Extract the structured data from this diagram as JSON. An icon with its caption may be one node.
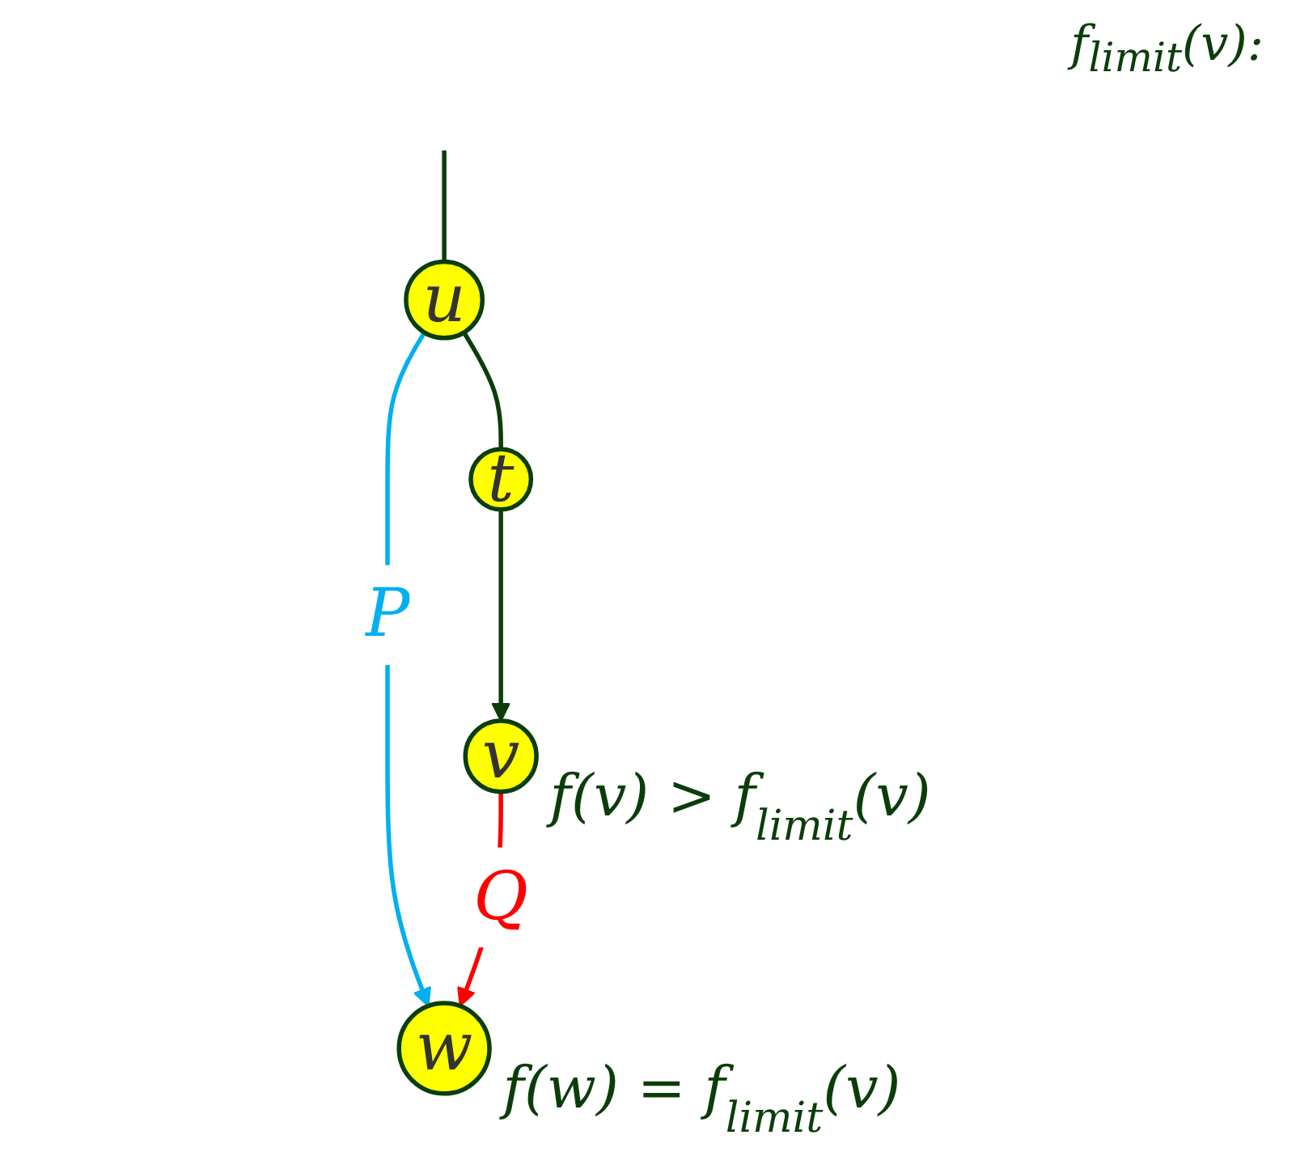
{
  "diagram": {
    "nodes": [
      {
        "text": [
          "u"
        ]
      },
      {
        "text": [
          "t"
        ]
      },
      {
        "text": [
          "w"
        ],
        "beside": [
          "f(w) = f$_{limit}$(v)"
        ]
      },
      {
        "text": [
          "v"
        ],
        "beside": [
          "f(v) > f$_{limit}$(v)"
        ]
      }
    ],
    "edges": [
      {
        "from": null,
        "to": 0,
        "arrow": "none"
      },
      {
        "from": 0,
        "to": 1,
        "arrow": "none"
      },
      {
        "from": 1,
        "to": 3,
        "arrow": "to"
      },
      {
        "from": 0,
        "to": 2,
        "arrow": "to",
        "label": "P",
        "color": "#00b0f0"
      },
      {
        "from": 3,
        "to": 2,
        "arrow": "to",
        "label": "Q",
        "color": "#ff0000"
      }
    ],
    "labels": [
      "f$_{limit}$(v):"
    ]
  }
}
